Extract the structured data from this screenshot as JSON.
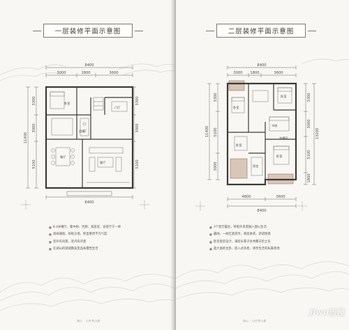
{
  "pages": {
    "left": {
      "title": "一层装修平面示意图",
      "top_dims": {
        "total": "8400",
        "parts": [
          "3000",
          "1800",
          "3600"
        ]
      },
      "left_dims": {
        "total": "11400",
        "parts": [
          "3300",
          "3000",
          "5100"
        ]
      },
      "right_dims": {
        "parts": [
          "3300",
          "3000",
          "5100"
        ]
      },
      "bottom_dims": {
        "total": "8400"
      },
      "rooms": [
        "卧室",
        "门厅",
        "西厨",
        "餐厅",
        "客厅"
      ],
      "notes": [
        "8.4米横厅，集中厨、西厨、家庭室、会客厅于一体",
        "高阔满窗，样板交墙，彰显尊贵不凡气度",
        "室外有风景，室内有诗意",
        "在湖山的湖湖飘波里品味慢性生活"
      ],
      "footer": "湖山 · 山外青山楼"
    },
    "right": {
      "title": "二层装修平面示意图",
      "top_dims": {
        "total": "8400",
        "parts": [
          "3000",
          "1800",
          "3600"
        ]
      },
      "left_dims": {
        "total": "11400",
        "parts": [
          "3300",
          "5100",
          "3000"
        ]
      },
      "right_dims": {
        "total": "13200",
        "parts": [
          "3300",
          "3000",
          "5100",
          "1800"
        ]
      },
      "bottom_dims": {
        "total": "8400",
        "parts": [
          "4800",
          "3600"
        ]
      },
      "rooms": [
        "卧室",
        "卧室",
        "书房",
        "卧室",
        "卧室",
        "阳台",
        "衣帽间"
      ],
      "notes": [
        "3个星空露台，将窗外风景融入烟火生活",
        "霸阔，一样红酒赏月，两居依来，舒适惬意",
        "卧室套房设计，满足长辈子女共聚天伦之乐",
        "超大面积主卧，嵌入式衣柜，请享生活有私属领地"
      ],
      "footer": "湖山 · 山外青山楼"
    }
  },
  "watermark": {
    "brand": "jiwu",
    "suffix": "吉屋"
  }
}
